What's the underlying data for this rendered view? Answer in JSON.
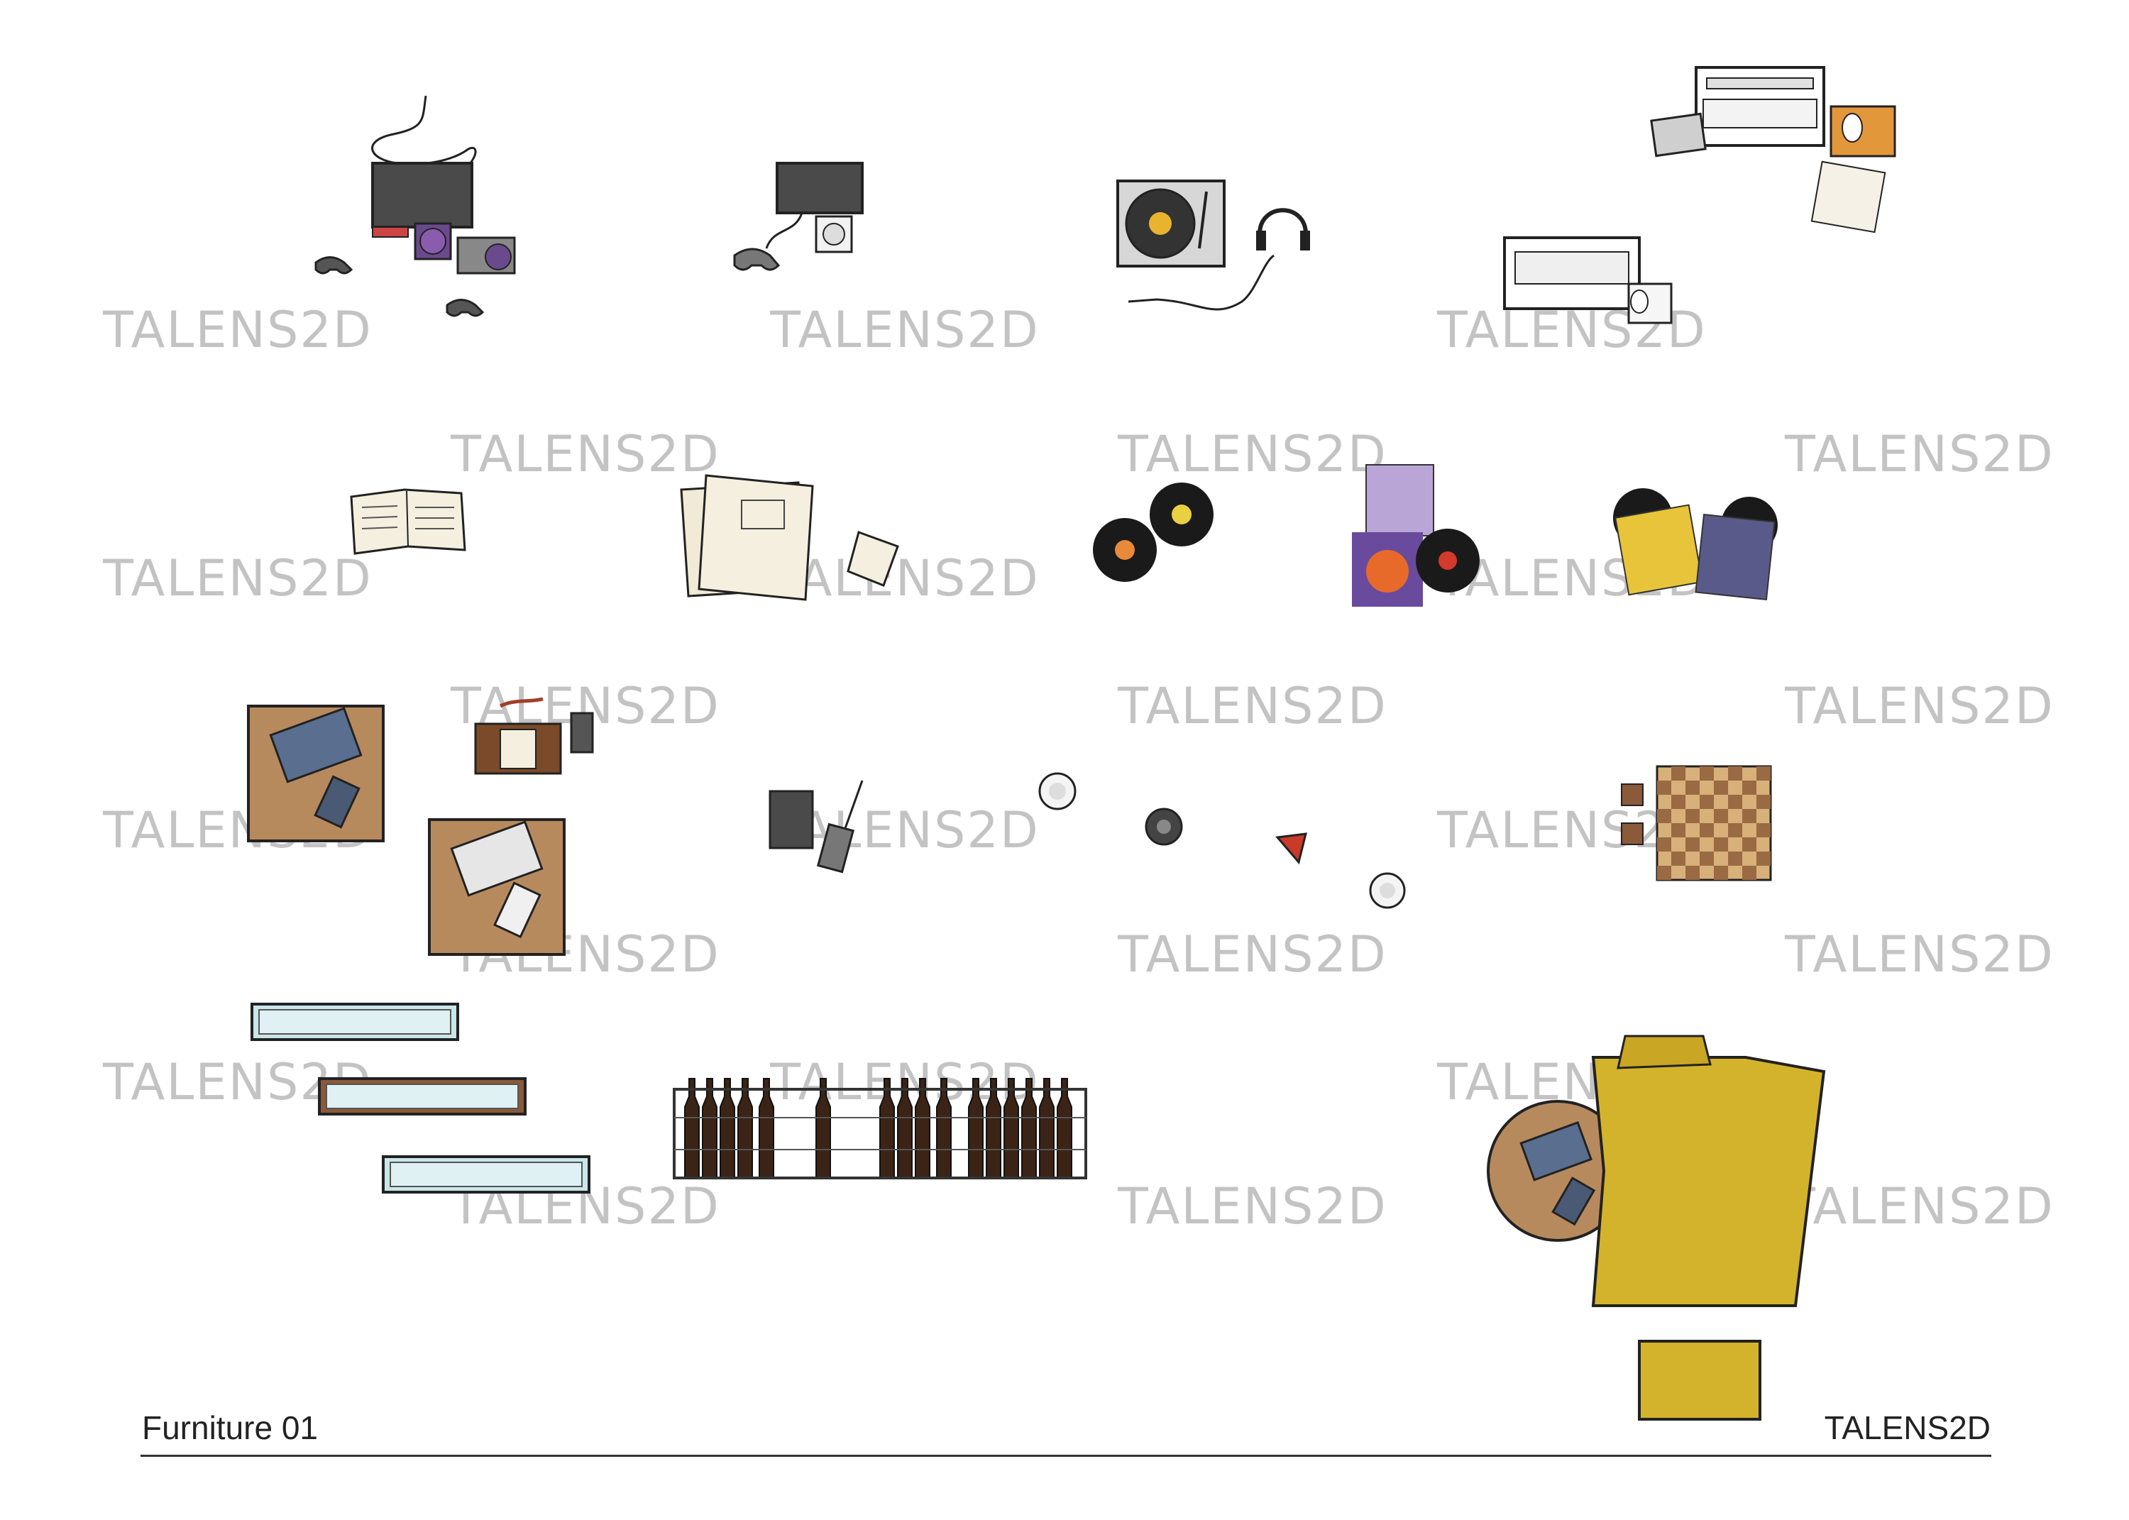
{
  "sheet": {
    "title": "Furniture 01",
    "brand": "TALENS2D"
  },
  "watermark": {
    "text": "TALENS2D",
    "color": "#b9b9b9"
  },
  "palette": {
    "ink": "#222222",
    "wood": "#b78a5e",
    "mustard": "#d4b32c",
    "console_gray": "#4a4a4a",
    "purple": "#6a4a8c",
    "orange": "#e2973a",
    "blue_device": "#5a6f8f",
    "glass": "#c9e6ea",
    "frame_brown": "#8a5a3a",
    "bottle": "#3b2416",
    "red": "#c83a2a"
  }
}
